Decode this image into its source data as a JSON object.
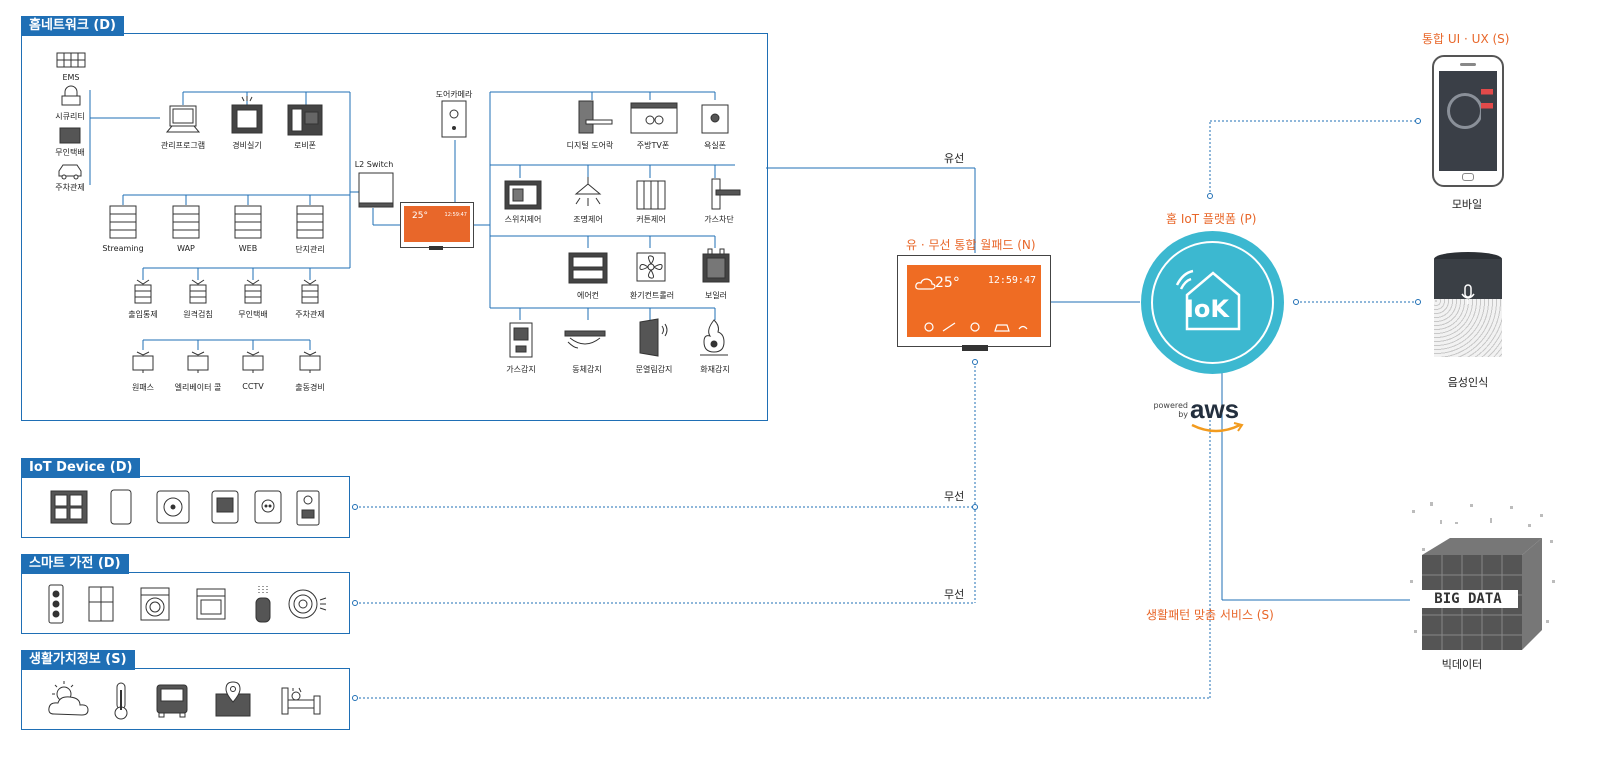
{
  "home_network": {
    "title": "홈네트워크 (D)",
    "left_col": [
      "EMS",
      "시큐리티",
      "무인택배",
      "주차관제"
    ],
    "top_devices": [
      "관리프로그램",
      "경비실기",
      "로비폰"
    ],
    "servers": [
      "Streaming",
      "WAP",
      "WEB",
      "단지관리"
    ],
    "row3": [
      "출입통제",
      "원격검침",
      "무인택배",
      "주차관제"
    ],
    "row4": [
      "원패스",
      "엘리베이터 콜",
      "CCTV",
      "출동경비"
    ],
    "switch_label": "L2 Switch",
    "door_camera": "도어카메라",
    "wallpad_small": {
      "temp": "25°",
      "clock": "12:59:47"
    },
    "right_row1": [
      "디지털 도어락",
      "주방TV폰",
      "욕실폰"
    ],
    "right_row2": [
      "스위치제어",
      "조명제어",
      "커튼제어",
      "가스차단"
    ],
    "right_row3": [
      "에어컨",
      "환기컨트롤러",
      "보일러"
    ],
    "right_row4": [
      "가스감지",
      "동체감지",
      "문열림감지",
      "화재감지"
    ]
  },
  "iot_device": {
    "title": "IoT Device (D)"
  },
  "smart_appliance": {
    "title": "스마트 가전 (D)"
  },
  "life_info": {
    "title": "생활가치정보 (S)"
  },
  "connections": {
    "wired": "유선",
    "wireless_1": "무선",
    "wireless_2": "무선"
  },
  "wallpad": {
    "title": "유 · 무선 통합 월패드 (N)",
    "temp": "25°",
    "clock": "12:59:47"
  },
  "platform": {
    "title": "홈 IoT 플랫폼 (P)",
    "logo_text": "IoK",
    "powered_by": "powered by",
    "aws": "aws"
  },
  "ui_ux": {
    "title": "통합 UI · UX (S)",
    "mobile_label": "모바일"
  },
  "voice": {
    "label": "음성인식"
  },
  "bigdata": {
    "text": "BIG DATA",
    "label": "빅데이터"
  },
  "service": {
    "title": "생활패턴 맞춤 서비스 (S)"
  },
  "colors": {
    "blue": "#1f6fb5",
    "orange": "#e8672a",
    "cyan": "#3cb8d0",
    "dotted": "#1f6fb5"
  }
}
